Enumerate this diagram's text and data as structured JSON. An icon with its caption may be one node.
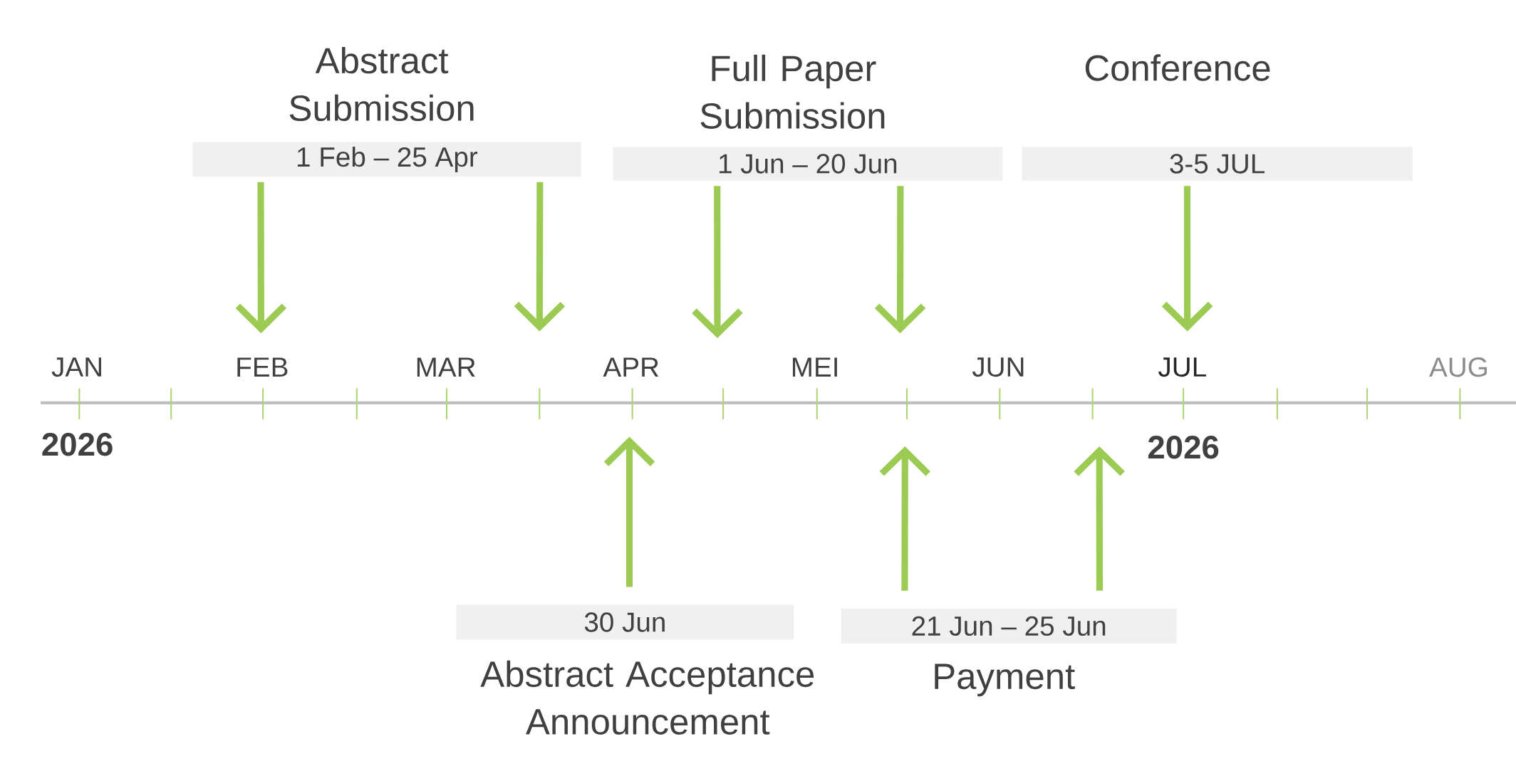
{
  "diagram": {
    "nodes": [
      {
        "text": [
          "Abstract Submission",
          "1 Feb – 25 Apr"
        ]
      },
      {
        "text": [
          "Full Paper Submission",
          "1 Jun – 20 Jun"
        ]
      },
      {
        "text": [
          "Conference",
          "3-5 JUL"
        ]
      },
      {
        "text": [
          "30 Jun",
          "Abstract Acceptance Announcement"
        ]
      },
      {
        "text": [
          "21 Jun – 25 Jun",
          "Payment"
        ]
      }
    ],
    "edges": [
      {
        "from": 0,
        "to": null,
        "arrow": "to"
      },
      {
        "from": 0,
        "to": null,
        "arrow": "to"
      },
      {
        "from": 1,
        "to": null,
        "arrow": "to"
      },
      {
        "from": 1,
        "to": null,
        "arrow": "to"
      },
      {
        "from": 2,
        "to": null,
        "arrow": "to"
      },
      {
        "from": 3,
        "to": null,
        "arrow": "to"
      },
      {
        "from": 4,
        "to": null,
        "arrow": "to"
      },
      {
        "from": 4,
        "to": null,
        "arrow": "to"
      }
    ],
    "labels": [
      "JAN",
      "FEB",
      "MAR",
      "APR",
      "MEI",
      "JUN",
      "JUL",
      "AUG",
      "2026",
      "2026"
    ]
  }
}
